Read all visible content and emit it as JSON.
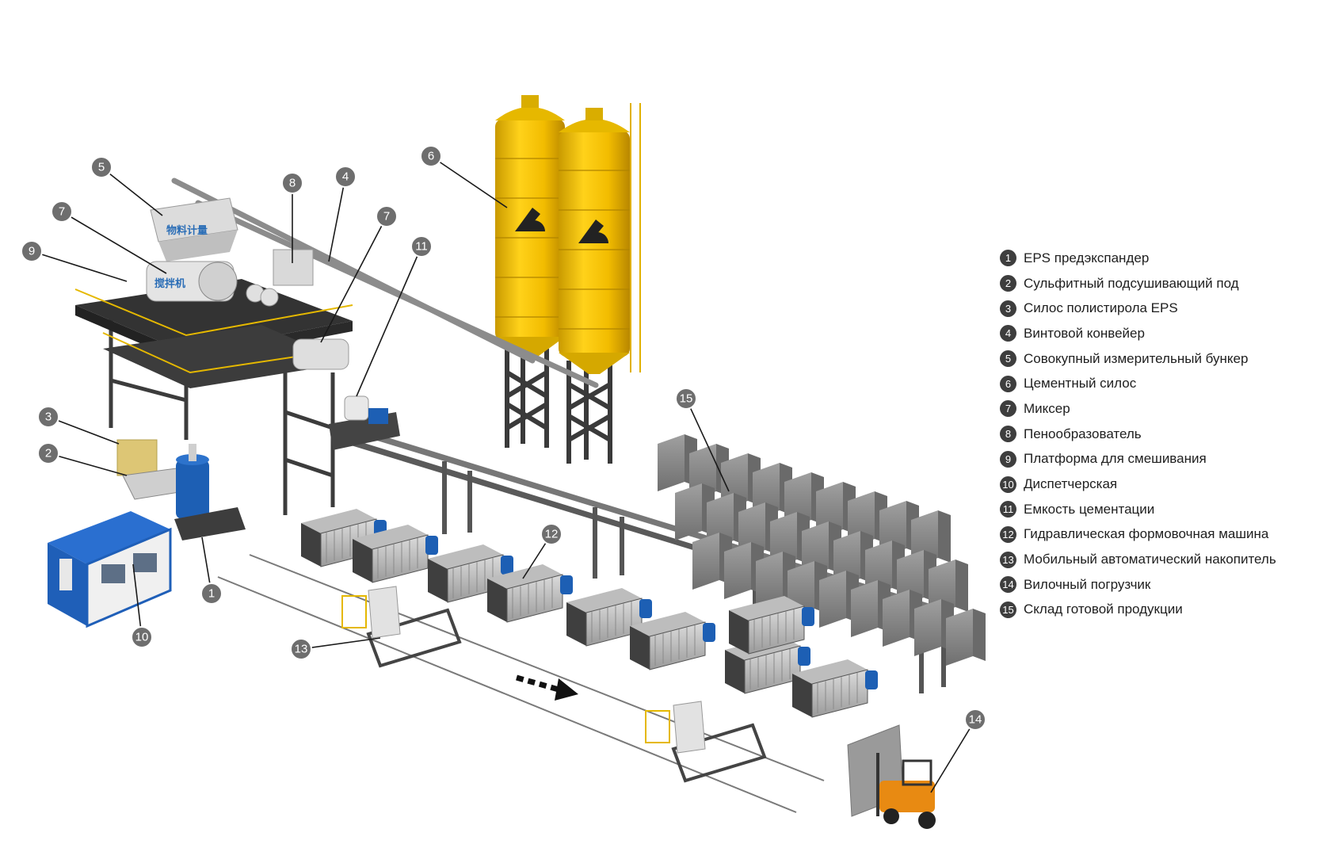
{
  "scene_lettering": {
    "hopper": "物料计量",
    "mixer": "搅拌机"
  },
  "callouts": [
    {
      "number": "1"
    },
    {
      "number": "2"
    },
    {
      "number": "3"
    },
    {
      "number": "4"
    },
    {
      "number": "5"
    },
    {
      "number": "6"
    },
    {
      "number": "7"
    },
    {
      "number": "7"
    },
    {
      "number": "8"
    },
    {
      "number": "9"
    },
    {
      "number": "10"
    },
    {
      "number": "11"
    },
    {
      "number": "12"
    },
    {
      "number": "13"
    },
    {
      "number": "14"
    },
    {
      "number": "15"
    }
  ],
  "legend": [
    {
      "number": "1",
      "label": "EPS предэкспандер"
    },
    {
      "number": "2",
      "label": "Сульфитный подсушивающий под"
    },
    {
      "number": "3",
      "label": "Силос полистирола EPS"
    },
    {
      "number": "4",
      "label": "Винтовой конвейер"
    },
    {
      "number": "5",
      "label": "Совокупный измерительный бункер"
    },
    {
      "number": "6",
      "label": "Цементный силос"
    },
    {
      "number": "7",
      "label": "Миксер"
    },
    {
      "number": "8",
      "label": "Пенообразователь"
    },
    {
      "number": "9",
      "label": "Платформа для смешивания"
    },
    {
      "number": "10",
      "label": "Диспетчерская"
    },
    {
      "number": "11",
      "label": "Емкость цементации"
    },
    {
      "number": "12",
      "label": "Гидравлическая формовочная машина"
    },
    {
      "number": "13",
      "label": "Мобильный автоматический накопитель"
    },
    {
      "number": "14",
      "label": "Вилочный погрузчик"
    },
    {
      "number": "15",
      "label": "Склад готовой продукции"
    }
  ],
  "colors": {
    "callout_fill": "#6e6e6e",
    "legend_badge": "#3e3e3e",
    "silo_yellow": "#f5c400",
    "steel_dark": "#4a4a4a",
    "machine_blue": "#1d5fb4",
    "block_grey": "#8a8a8a",
    "cabin_blue": "#1f63c4",
    "forklift_orange": "#e88a12"
  }
}
